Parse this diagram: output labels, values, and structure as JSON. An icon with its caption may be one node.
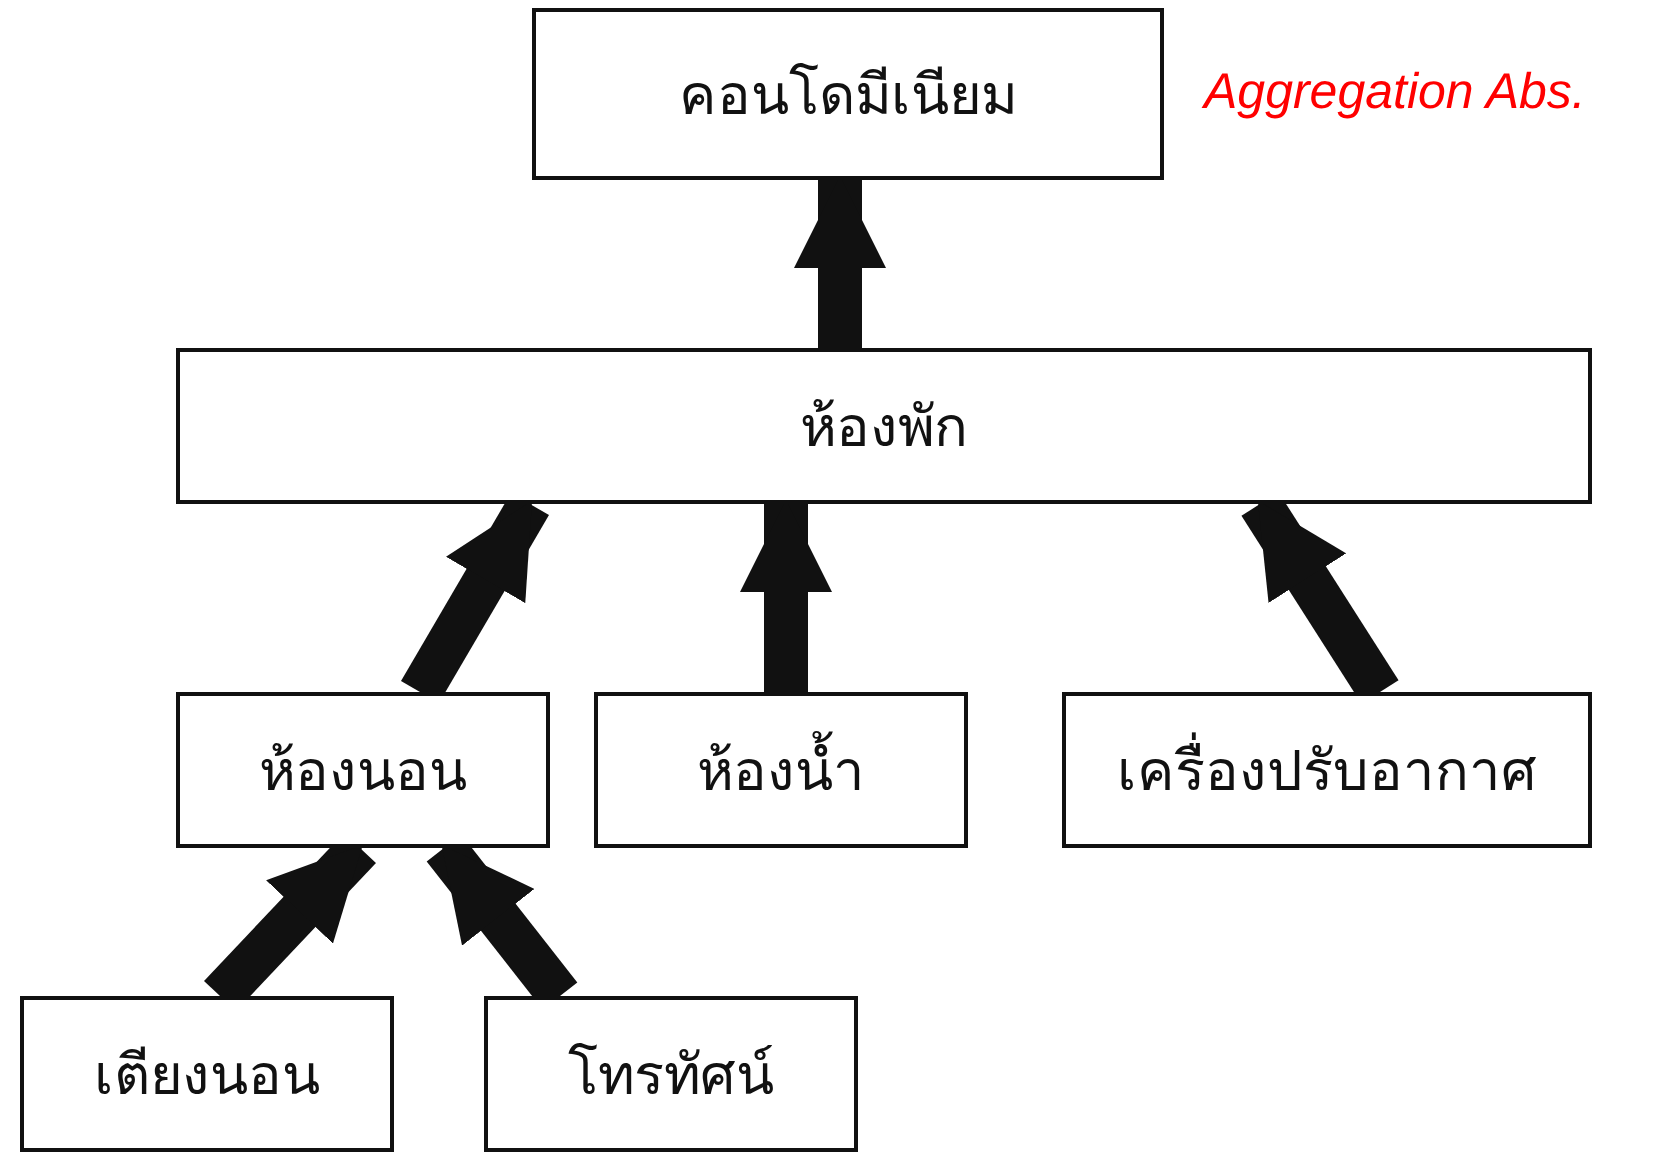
{
  "diagram": {
    "nodes": [
      {
        "text": [
          "คอนโดมีเนียม"
        ]
      },
      {
        "text": [
          "ห้องพัก"
        ]
      },
      {
        "text": [
          "ห้องนอน"
        ]
      },
      {
        "text": [
          "ห้องน้ำ"
        ]
      },
      {
        "text": [
          "เครื่องปรับอากาศ"
        ]
      },
      {
        "text": [
          "เตียงนอน"
        ]
      },
      {
        "text": [
          "โทรทัศน์"
        ]
      }
    ],
    "edges": [
      {
        "from": 1,
        "to": 0,
        "arrow": "to"
      },
      {
        "from": 2,
        "to": 1,
        "arrow": "to"
      },
      {
        "from": 3,
        "to": 1,
        "arrow": "to"
      },
      {
        "from": 4,
        "to": 1,
        "arrow": "to"
      },
      {
        "from": 5,
        "to": 2,
        "arrow": "to"
      },
      {
        "from": 6,
        "to": 2,
        "arrow": "to"
      }
    ],
    "labels": [
      "Aggregation Abs."
    ]
  }
}
